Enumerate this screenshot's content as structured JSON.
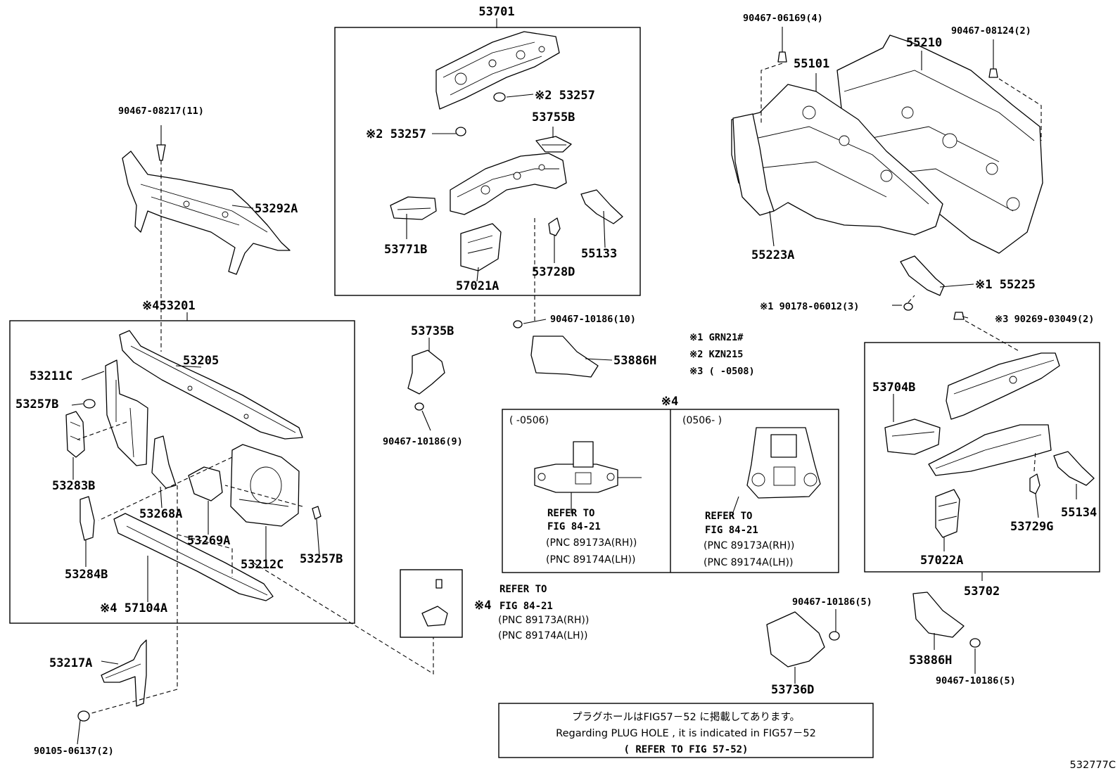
{
  "labels": {
    "p53701": "53701",
    "p53257a": "※2 53257",
    "p53257b": "※2 53257",
    "p53755b": "53755B",
    "p53771b": "53771B",
    "p57021a": "57021A",
    "p53728d": "53728D",
    "p55133": "55133",
    "p90467_08217": "90467-08217(11)",
    "p53292a": "53292A",
    "p453201": "※453201",
    "p53205": "53205",
    "p53211c": "53211C",
    "p53257b_1": "53257B",
    "p53283b": "53283B",
    "p53268a": "53268A",
    "p53269a": "53269A",
    "p53212c": "53212C",
    "p53257b_2": "53257B",
    "p53284b": "53284B",
    "p57104a": "※4 57104A",
    "p53217a": "53217A",
    "p90105_06137": "90105-06137(2)",
    "p53735b": "53735B",
    "p90467_10186_9": "90467-10186(9)",
    "p90467_10186_10": "90467-10186(10)",
    "p53886h_1": "53886H",
    "p90467_06169": "90467-06169(4)",
    "p90467_08124": "90467-08124(2)",
    "p55101": "55101",
    "p55210": "55210",
    "p55223a": "55223A",
    "p55225": "※1 55225",
    "p90178_06012": "※1 90178-06012(3)",
    "p90269_03049": "※3 90269-03049(2)",
    "p53704b": "53704B",
    "p55134": "55134",
    "p53729g": "53729G",
    "p57022a": "57022A",
    "p53702": "53702",
    "p90467_10186_5a": "90467-10186(5)",
    "p53736d": "53736D",
    "p53886h_2": "53886H",
    "p90467_10186_5b": "90467-10186(5)",
    "sheet_id": "532777C"
  },
  "legend": {
    "n1": "※1 GRN21#",
    "n2": "※2 KZN215",
    "n3": "※3 (      -0508)"
  },
  "inset": {
    "title": "※4",
    "left_range": "(      -0506)",
    "right_range": "(0506-      )",
    "refer_to": "REFER TO",
    "fig": "FIG 84-21",
    "pnc_rh": "(PNC 89173A(RH))",
    "pnc_lh": "(PNC 89174A(LH))"
  },
  "small_ref": {
    "mark": "※4",
    "refer_to": "REFER TO",
    "fig": "FIG 84-21",
    "pnc_rh": "(PNC 89173A(RH))",
    "pnc_lh": "(PNC 89174A(LH))"
  },
  "bottom_note": {
    "line1": "プラグホールはFIG57－52 に掲載してあります。",
    "line2": "Regarding  PLUG  HOLE  ,  it  is  indicated  in  FIG57－52",
    "line3": "(    REFER TO FIG 57-52)"
  }
}
